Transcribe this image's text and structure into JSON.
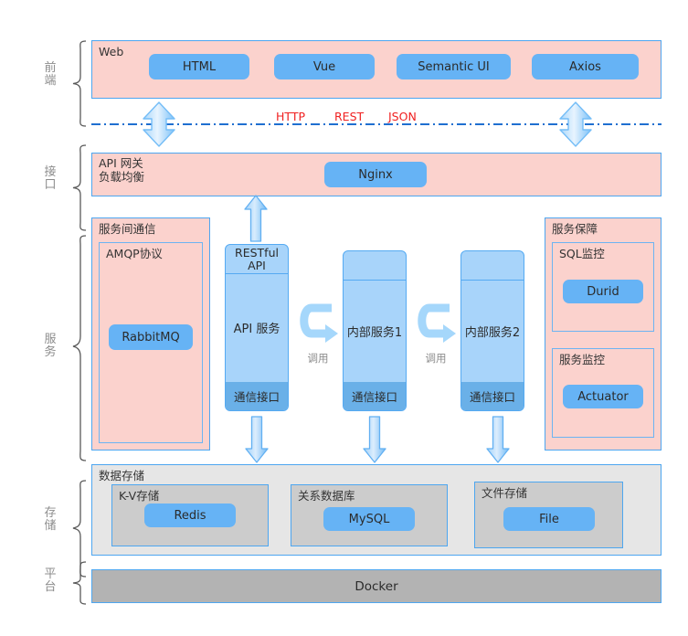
{
  "tiers": [
    {
      "name": "frontend",
      "label": "前端"
    },
    {
      "name": "interface",
      "label": "接口"
    },
    {
      "name": "service",
      "label": "服务"
    },
    {
      "name": "storage",
      "label": "存储"
    },
    {
      "name": "platform",
      "label": "平台"
    }
  ],
  "frontend": {
    "title": "Web",
    "items": [
      "HTML",
      "Vue",
      "Semantic UI",
      "Axios"
    ]
  },
  "protocols": [
    "HTTP",
    "REST",
    "JSON"
  ],
  "gateway": {
    "title_line1": "API 网关",
    "title_line2": "负载均衡",
    "item": "Nginx"
  },
  "messaging": {
    "title": "服务间通信",
    "inner_title": "AMQP协议",
    "item": "RabbitMQ"
  },
  "services": [
    {
      "head": "RESTful\nAPI",
      "body": "API 服务",
      "foot": "通信接口"
    },
    {
      "head": "",
      "body": "内部服务1",
      "foot": "通信接口"
    },
    {
      "head": "",
      "body": "内部服务2",
      "foot": "通信接口"
    }
  ],
  "call_labels": [
    "调用",
    "调用"
  ],
  "assurance": {
    "title": "服务保障",
    "groups": [
      {
        "title": "SQL监控",
        "item": "Durid"
      },
      {
        "title": "服务监控",
        "item": "Actuator"
      }
    ]
  },
  "storage": {
    "title": "数据存储",
    "groups": [
      {
        "title": "K-V存储",
        "item": "Redis"
      },
      {
        "title": "关系数据库",
        "item": "MySQL"
      },
      {
        "title": "文件存储",
        "item": "File"
      }
    ]
  },
  "platform": {
    "item": "Docker"
  },
  "colors": {
    "pink": "#fbd2cd",
    "blue_border": "#4da6f0",
    "pill_blue": "#66b3f5",
    "service_blue": "#a8d4fa",
    "service_foot_blue": "#6ab0e8",
    "gray": "#e6e6e6",
    "gray_inner": "#cccccc",
    "docker_gray": "#b3b3b3",
    "protocol_red": "#f02121",
    "label_gray": "#8c8c8c"
  }
}
